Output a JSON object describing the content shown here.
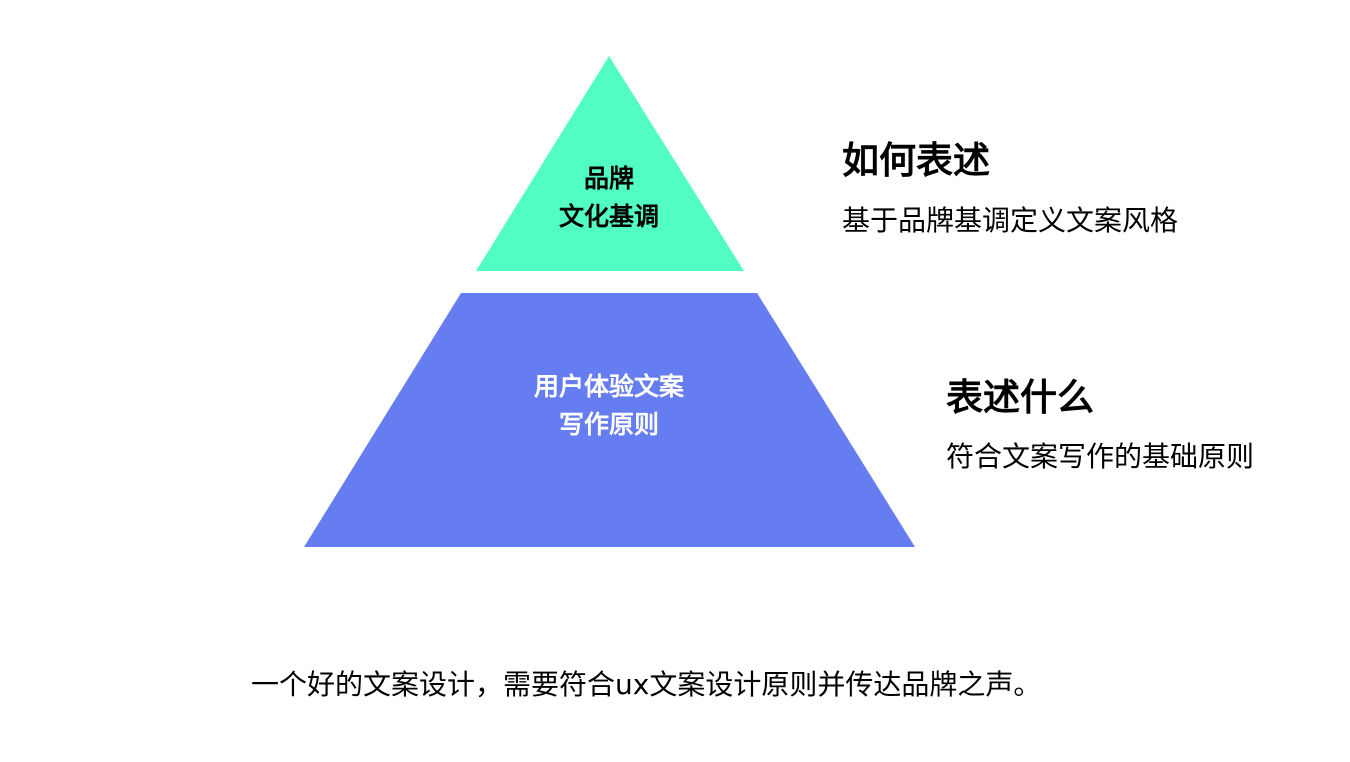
{
  "colors": {
    "top_tier": "#52FDC2",
    "bottom_tier": "#667CF1"
  },
  "pyramid": {
    "top_tier": {
      "line1": "品牌",
      "line2": "文化基调"
    },
    "bottom_tier": {
      "line1": "用户体验文案",
      "line2": "写作原则"
    }
  },
  "annotations": {
    "how": {
      "title": "如何表述",
      "desc": "基于品牌基调定义文案风格"
    },
    "what": {
      "title": "表述什么",
      "desc": "符合文案写作的基础原则"
    }
  },
  "footer": {
    "text": "一个好的文案设计，需要符合ux文案设计原则并传达品牌之声。"
  }
}
